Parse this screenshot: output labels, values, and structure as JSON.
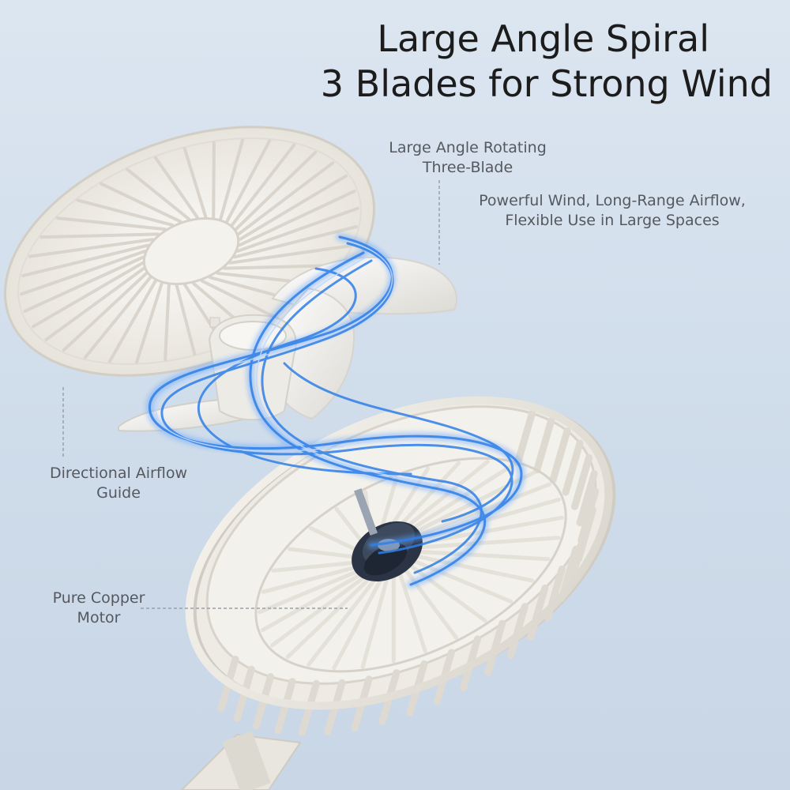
{
  "headline": {
    "line1": "Large Angle Spiral",
    "line2": "3 Blades for Strong Wind"
  },
  "callouts": {
    "blade": {
      "line1": "Large Angle Rotating",
      "line2": "Three-Blade"
    },
    "wind": {
      "line1": "Powerful Wind, Long-Range Airflow,",
      "line2": "Flexible Use in Large Spaces"
    },
    "guide": {
      "line1": "Directional Airflow",
      "line2": "Guide"
    },
    "motor": {
      "line1": "Pure Copper",
      "line2": "Motor"
    }
  },
  "colors": {
    "background": "#d4e0ed",
    "fan_body": "#f1efe9",
    "fan_shadow": "#cfcbc2",
    "airflow": "#2f7fe8",
    "motor": "#2a3444"
  }
}
